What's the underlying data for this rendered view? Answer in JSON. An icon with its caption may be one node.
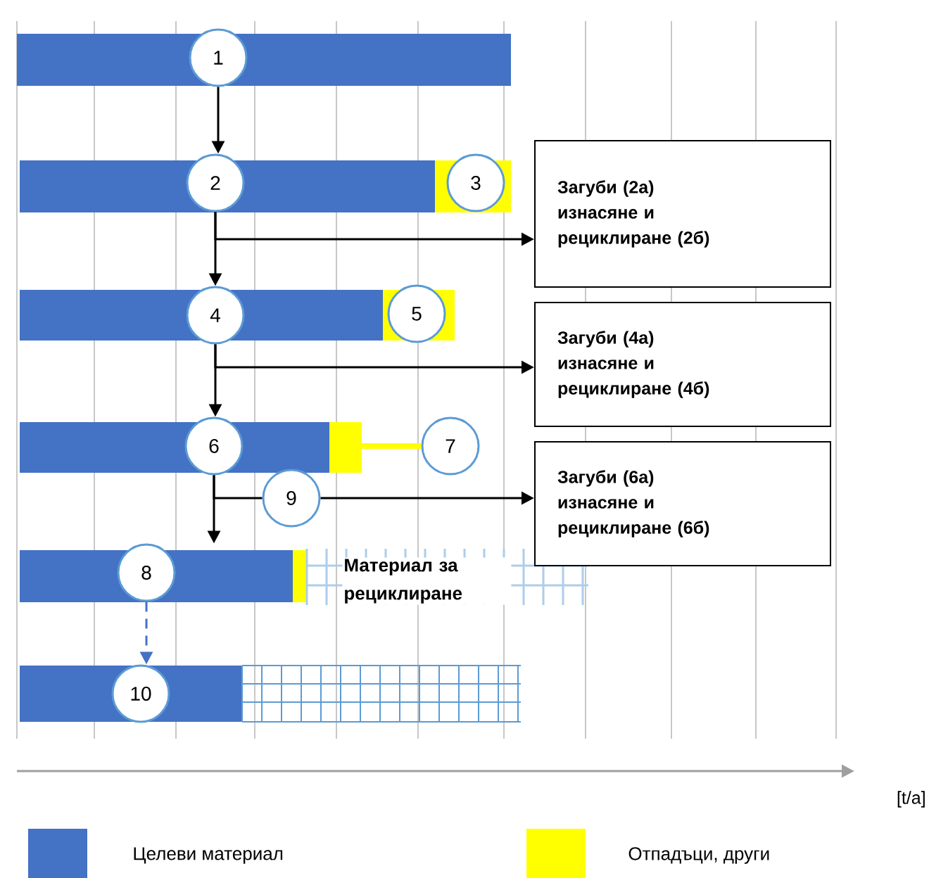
{
  "diagram": {
    "nodes": [
      {
        "text": [
          "1"
        ]
      },
      {
        "text": [
          "2"
        ]
      },
      {
        "text": [
          "3"
        ]
      },
      {
        "text": [
          "Загуби (2а) изнасяне и рециклиране (2б)"
        ]
      },
      {
        "text": [
          "4"
        ]
      },
      {
        "text": [
          "5"
        ]
      },
      {
        "text": [
          "Загуби (4а) изнасяне и рециклиране (4б)"
        ]
      },
      {
        "text": [
          "6"
        ]
      },
      {
        "text": [
          "7"
        ]
      },
      {
        "text": [
          "Загуби (6а) изнасяне и рециклиране (6б)"
        ]
      },
      {
        "text": [
          "8"
        ]
      },
      {
        "text": [
          "10"
        ]
      },
      {
        "text": [
          "9"
        ]
      }
    ],
    "edges": [
      {
        "from": 0,
        "to": 1,
        "arrow": "to"
      },
      {
        "from": 1,
        "to": 4,
        "arrow": "to"
      },
      {
        "from": 1,
        "to": 3,
        "arrow": "to"
      },
      {
        "from": 4,
        "to": 7,
        "arrow": "to"
      },
      {
        "from": 4,
        "to": 6,
        "arrow": "to"
      },
      {
        "from": 7,
        "to": 10,
        "arrow": "to"
      },
      {
        "from": 7,
        "to": 12,
        "arrow": "none"
      },
      {
        "from": 12,
        "to": 9,
        "arrow": "to"
      },
      {
        "from": 10,
        "to": 11,
        "arrow": "to",
        "style": "dashed",
        "color": "#4472c4"
      },
      {
        "from": 8,
        "to": null,
        "arrow": "none",
        "style": "thick",
        "color": "#ffff00"
      }
    ],
    "labels": [
      "Материал за рециклиране",
      "[t/a]"
    ],
    "legend": [
      {
        "text": "Целеви материал",
        "color": "#4472c4"
      },
      {
        "text": "Отпадъци, други",
        "color": "#ffff00"
      }
    ]
  }
}
